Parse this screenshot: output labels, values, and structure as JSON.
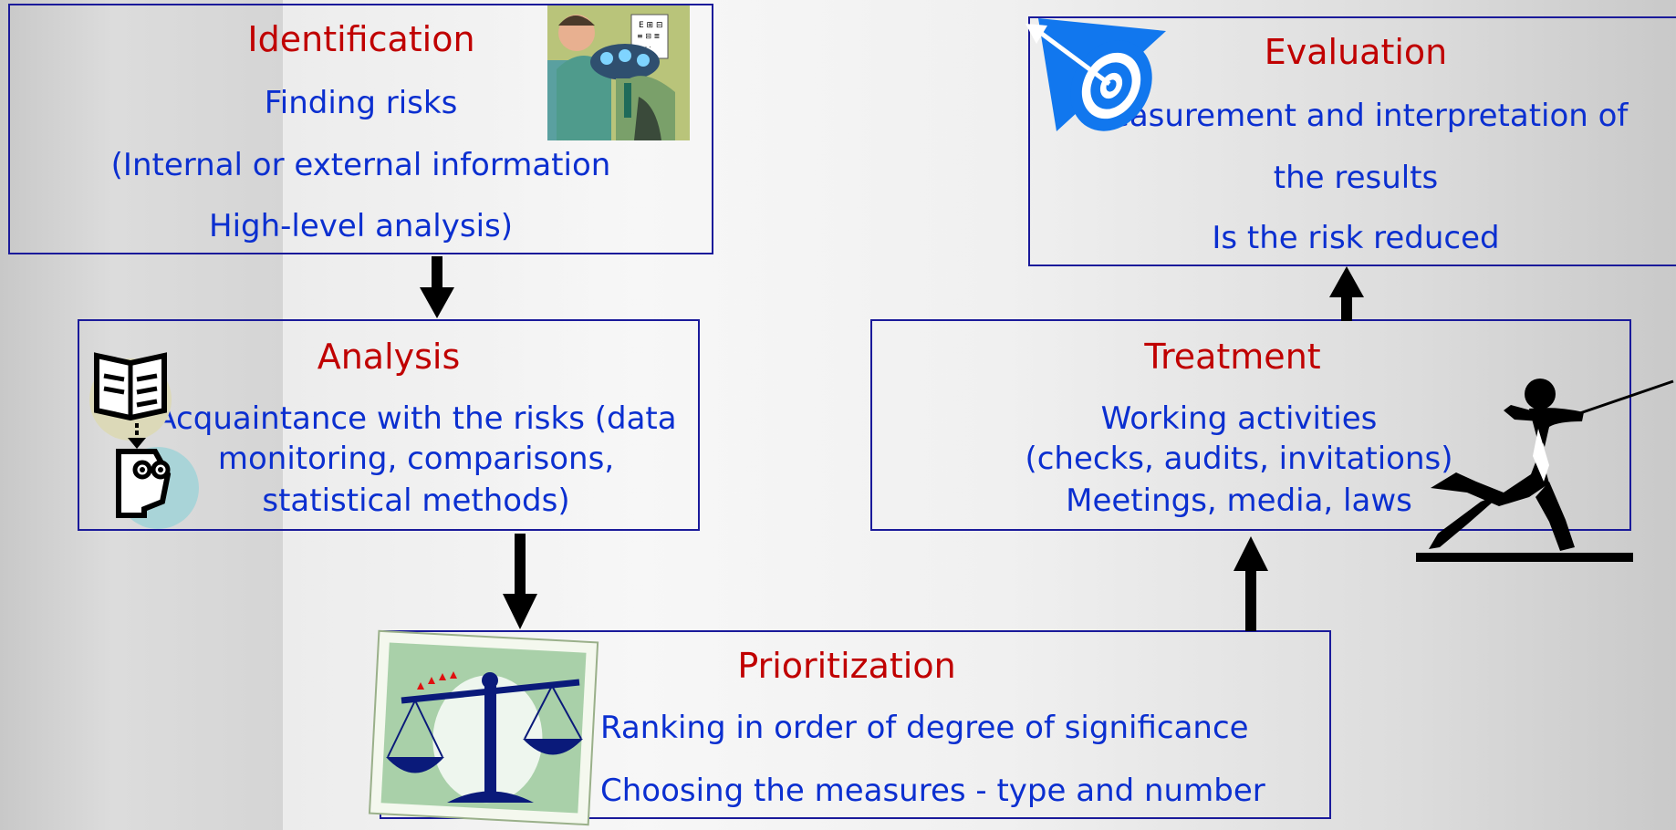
{
  "identification": {
    "title": "Identification",
    "lines": [
      "Finding risks",
      "(Internal or external information",
      "High-level analysis)"
    ]
  },
  "analysis": {
    "title": "Analysis",
    "lines": [
      "Acquaintance with the risks (data",
      "monitoring, comparisons,",
      "statistical methods)"
    ]
  },
  "prioritization": {
    "title": "Prioritization",
    "lines": [
      "Ranking in order of degree of significance",
      "Choosing the measures - type and number"
    ]
  },
  "treatment": {
    "title": "Treatment",
    "lines": [
      "Working activities",
      "(checks, audits, invitations)",
      "Meetings, media, laws"
    ]
  },
  "evaluation": {
    "title": "Evaluation",
    "lines": [
      "Measurement and interpretation of",
      "the results",
      "Is the risk reduced"
    ]
  },
  "colors": {
    "title": "#c00000",
    "text": "#0b2fd0",
    "border": "#1a1a9a"
  }
}
